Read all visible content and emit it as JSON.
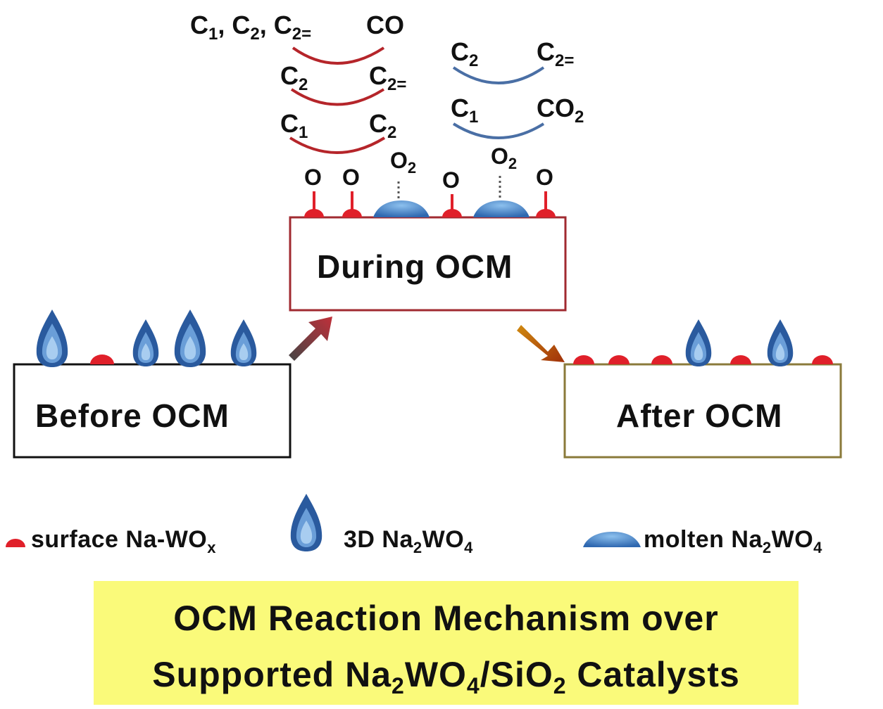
{
  "boxes": {
    "before": "Before OCM",
    "during": "During OCM",
    "after": "After OCM"
  },
  "oxygen": {
    "o": "O",
    "o2": "O",
    "o2_sub": "2"
  },
  "species": {
    "c": "C",
    "co": "CO",
    "sub1": "1",
    "sub2": "2",
    "sub2eq": "2=",
    "comma": ","
  },
  "legend": {
    "surface_label": "surface Na-WO",
    "surface_sub": "x",
    "d3_prefix": "3D Na",
    "molten_prefix": "molten Na",
    "na_sub": "2",
    "wo": "WO",
    "wo_sub": "4"
  },
  "title": {
    "line1": "OCM Reaction Mechanism over",
    "line2_a": "Supported Na",
    "line2_sub1": "2",
    "line2_b": "WO",
    "line2_sub2": "4",
    "line2_c": "/SiO",
    "line2_sub3": "2",
    "line2_d": " Catalysts"
  },
  "colors": {
    "red_site": "#e0202a",
    "red_curve": "#b5252a",
    "blue_curve": "#4a6fa5",
    "during_border": "#a02a30",
    "after_border": "#8a7a3a",
    "molten_blue": "#3a78c2",
    "title_bg": "#fafa7a"
  }
}
